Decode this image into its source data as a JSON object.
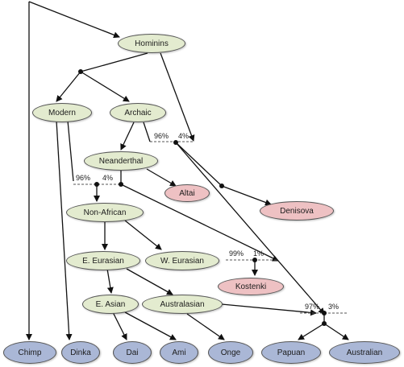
{
  "nodes": {
    "hominins": "Hominins",
    "modern": "Modern",
    "archaic": "Archaic",
    "neanderthal": "Neanderthal",
    "altai": "Altai",
    "denisova": "Denisova",
    "non_african": "Non-African",
    "e_eurasian": "E. Eurasian",
    "w_eurasian": "W. Eurasian",
    "kostenki": "Kostenki",
    "e_asian": "E. Asian",
    "australasian": "Australasian"
  },
  "leaves": {
    "chimp": "Chimp",
    "dinka": "Dinka",
    "dai": "Dai",
    "ami": "Ami",
    "onge": "Onge",
    "papuan": "Papuan",
    "australian": "Australian"
  },
  "admixture": {
    "a1_left": "96%",
    "a1_right": "4%",
    "a2_left": "96%",
    "a2_right": "4%",
    "a3_left": "99%",
    "a3_right": "1%",
    "a4_left": "97%",
    "a4_right": "3%"
  },
  "colors": {
    "internal_node": "#e3ebcf",
    "ancient_sample": "#eec1c3",
    "present_day_leaf": "#aab7d6"
  }
}
